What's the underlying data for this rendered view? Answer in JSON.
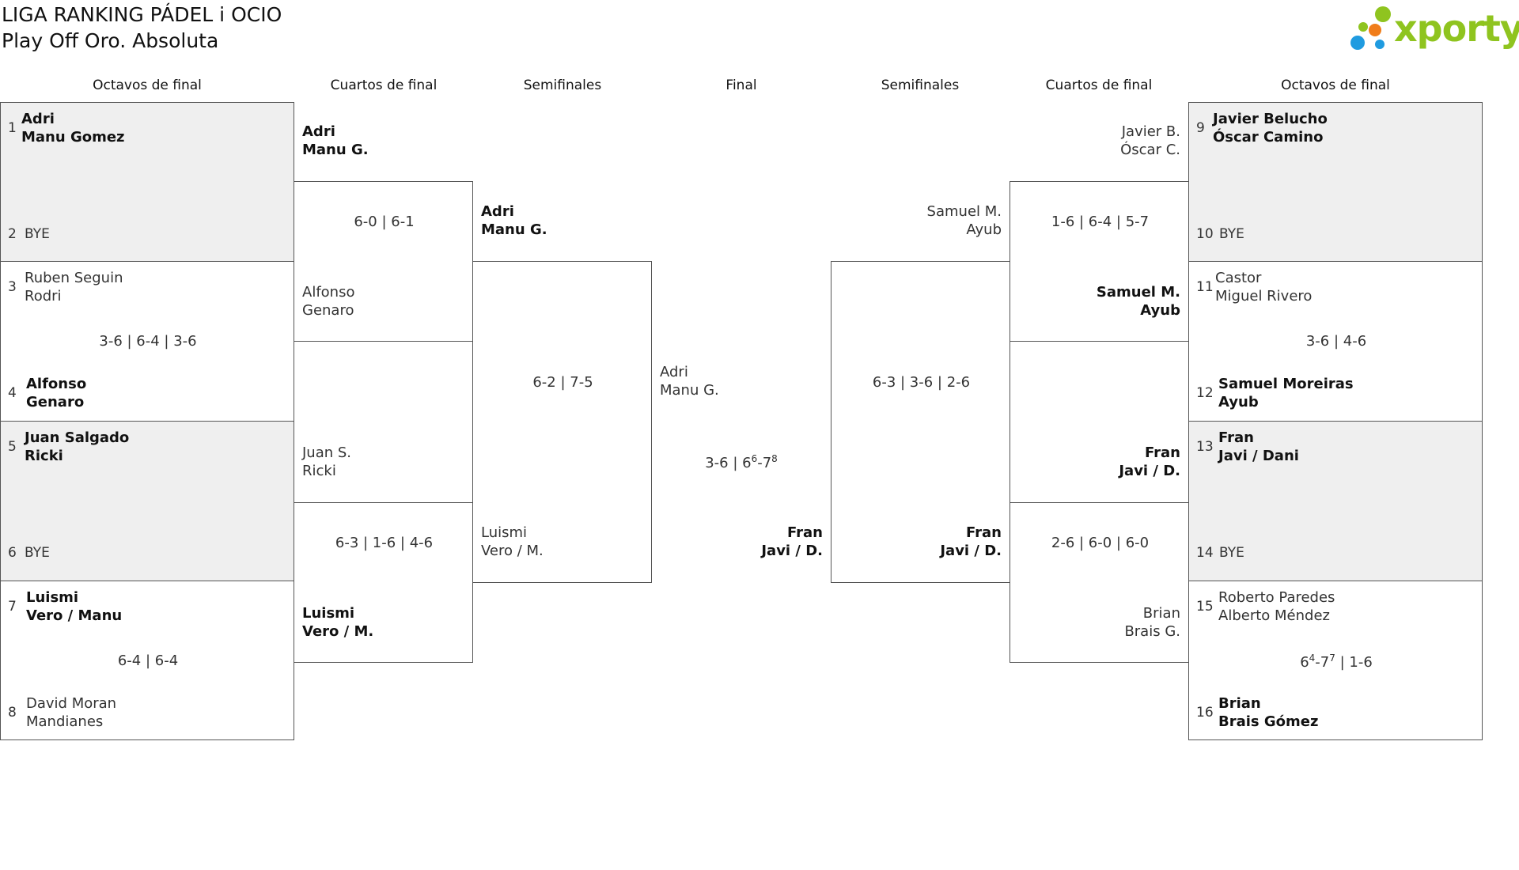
{
  "header": {
    "title_line1": "LIGA RANKING PÁDEL i OCIO",
    "title_line2": "Play Off Oro. Absoluta",
    "logo_text": "xporty"
  },
  "columns": {
    "left_r16": "Octavos de final",
    "left_qf": "Cuartos de final",
    "left_sf": "Semifinales",
    "final": "Final",
    "right_sf": "Semifinales",
    "right_qf": "Cuartos de final",
    "right_r16": "Octavos de final"
  },
  "left_r16": [
    {
      "seed_a": "1",
      "a1": "Adri",
      "a2": "Manu Gomez",
      "seed_b": "2",
      "b": "BYE",
      "score": ""
    },
    {
      "seed_a": "3",
      "a1": "Ruben Seguin",
      "a2": "Rodri",
      "seed_b": "4",
      "b1": "Alfonso",
      "b2": "Genaro",
      "score": "3-6 | 6-4 | 3-6"
    },
    {
      "seed_a": "5",
      "a1": "Juan Salgado",
      "a2": "Ricki",
      "seed_b": "6",
      "b": "BYE",
      "score": ""
    },
    {
      "seed_a": "7",
      "a1": "Luismi",
      "a2": "Vero / Manu",
      "seed_b": "8",
      "b1": "David Moran",
      "b2": "Mandianes",
      "score": "6-4 | 6-4"
    }
  ],
  "left_qf": [
    {
      "a1": "Adri",
      "a2": "Manu G.",
      "b1": "Alfonso",
      "b2": "Genaro",
      "score": "6-0 | 6-1"
    },
    {
      "a1": "Juan S.",
      "a2": "Ricki",
      "b1": "Luismi",
      "b2": "Vero / M.",
      "score": "6-3 | 1-6 | 4-6"
    }
  ],
  "left_sf": {
    "a1": "Adri",
    "a2": "Manu G.",
    "b1": "Luismi",
    "b2": "Vero / M.",
    "score": "6-2 | 7-5"
  },
  "final": {
    "a1": "Adri",
    "a2": "Manu G.",
    "b1": "Fran",
    "b2": "Javi / D.",
    "score_pre": "3-6 | 6",
    "score_sup1": "6",
    "score_mid": "-7",
    "score_sup2": "8"
  },
  "right_sf": {
    "a1": "Samuel M.",
    "a2": "Ayub",
    "b1": "Fran",
    "b2": "Javi / D.",
    "score": "6-3 | 3-6 | 2-6"
  },
  "right_qf": [
    {
      "a1": "Javier B.",
      "a2": "Óscar C.",
      "b1": "Samuel M.",
      "b2": "Ayub",
      "score": "1-6 | 6-4 | 5-7"
    },
    {
      "a1": "Fran",
      "a2": "Javi / D.",
      "b1": "Brian",
      "b2": "Brais G.",
      "score": "2-6 | 6-0 | 6-0"
    }
  ],
  "right_r16": [
    {
      "seed_a": "9",
      "a1": "Javier Belucho",
      "a2": "Óscar Camino",
      "seed_b": "10",
      "b": "BYE",
      "score": ""
    },
    {
      "seed_a": "11",
      "a1": "Castor",
      "a2": "Miguel Rivero",
      "seed_b": "12",
      "b1": "Samuel Moreiras",
      "b2": "Ayub",
      "score": "3-6 | 4-6"
    },
    {
      "seed_a": "13",
      "a1": "Fran",
      "a2": "Javi / Dani",
      "seed_b": "14",
      "b": "BYE",
      "score": ""
    },
    {
      "seed_a": "15",
      "a1": "Roberto Paredes",
      "a2": "Alberto Méndez",
      "seed_b": "16",
      "b1": "Brian",
      "b2": "Brais Gómez",
      "score_pre": "6",
      "score_sup1": "4",
      "score_mid": "-7",
      "score_sup2": "7",
      "score_post": " | 1-6"
    }
  ],
  "colors": {
    "border": "#555555",
    "grey": "#efefef",
    "logo_green": "#8fc41f",
    "dot_blue": "#1f9be0",
    "dot_orange": "#f07d1a"
  }
}
